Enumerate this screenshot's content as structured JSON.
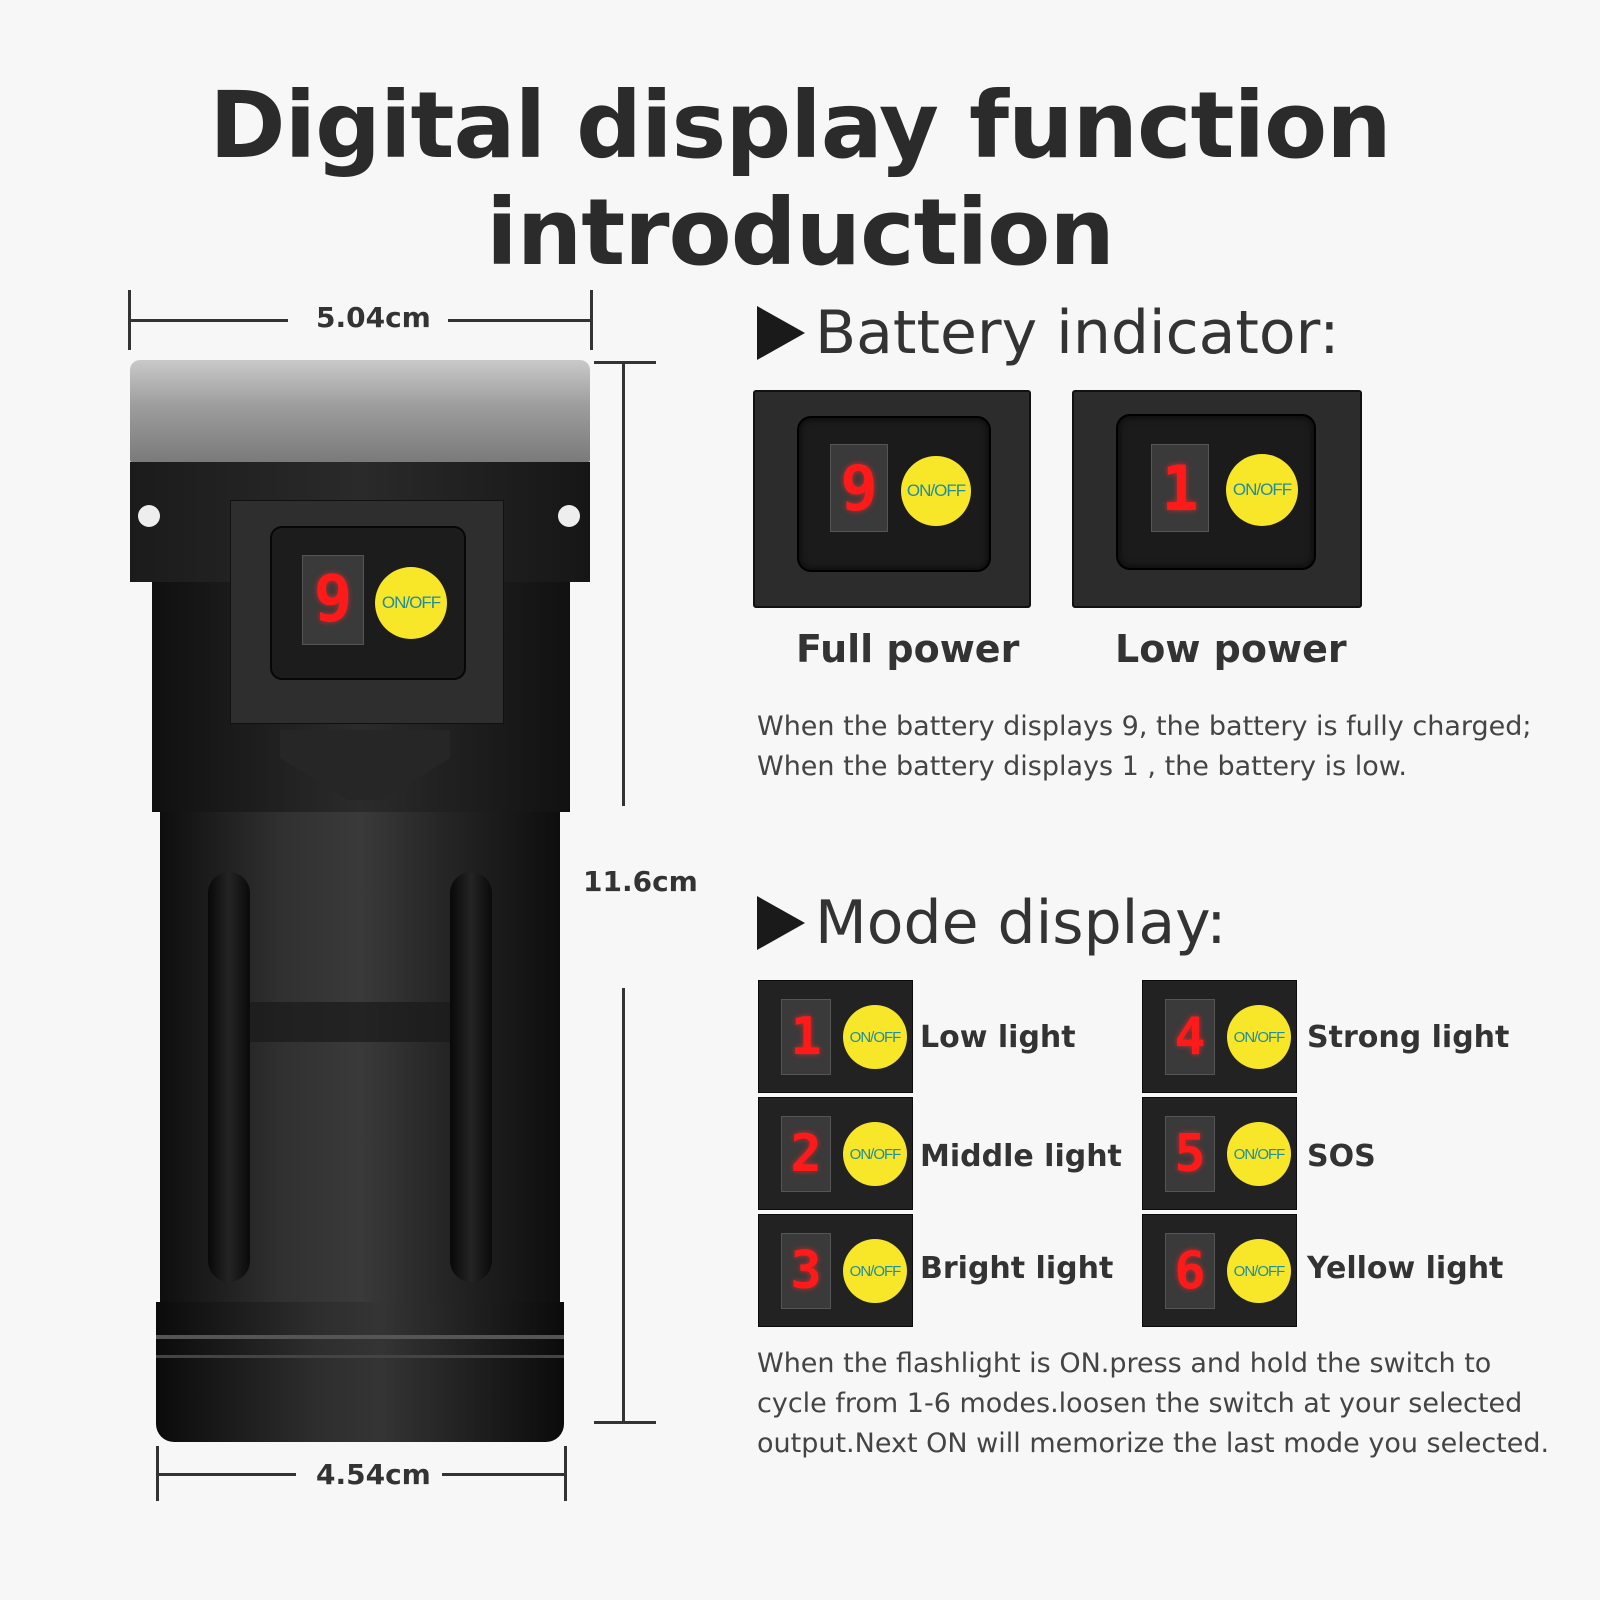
{
  "title": "Digital display function introduction",
  "dimensions": {
    "width_top": "5.04cm",
    "height": "11.6cm",
    "width_bottom": "4.54cm"
  },
  "flashlight": {
    "display_digit": "9",
    "button_label": "ON/OFF"
  },
  "battery": {
    "heading": "Battery indicator:",
    "indicators": [
      {
        "digit": "9",
        "button": "ON/OFF",
        "label": "Full power"
      },
      {
        "digit": "1",
        "button": "ON/OFF",
        "label": "Low power"
      }
    ],
    "description_line1": "When the battery displays 9, the battery is fully charged;",
    "description_line2": "When the battery displays 1 , the battery is low."
  },
  "mode": {
    "heading": "Mode display:",
    "modes": [
      {
        "digit": "1",
        "button": "ON/OFF",
        "label": "Low light"
      },
      {
        "digit": "2",
        "button": "ON/OFF",
        "label": "Middle light"
      },
      {
        "digit": "3",
        "button": "ON/OFF",
        "label": "Bright light"
      },
      {
        "digit": "4",
        "button": "ON/OFF",
        "label": "Strong light"
      },
      {
        "digit": "5",
        "button": "ON/OFF",
        "label": "SOS"
      },
      {
        "digit": "6",
        "button": "ON/OFF",
        "label": "Yellow light"
      }
    ],
    "description_line1": "When the flashlight is ON.press and hold the switch to",
    "description_line2": "cycle from 1-6 modes.loosen the switch at your selected",
    "description_line3": "output.Next ON will memorize the last mode you selected."
  },
  "colors": {
    "background": "#f7f7f7",
    "digit_red": "#ff1a1a",
    "button_yellow": "#f8e629",
    "button_text": "#1e8fa0",
    "flashlight_body": "#1f1f1f",
    "bezel_silver": "#a9a9a9"
  }
}
